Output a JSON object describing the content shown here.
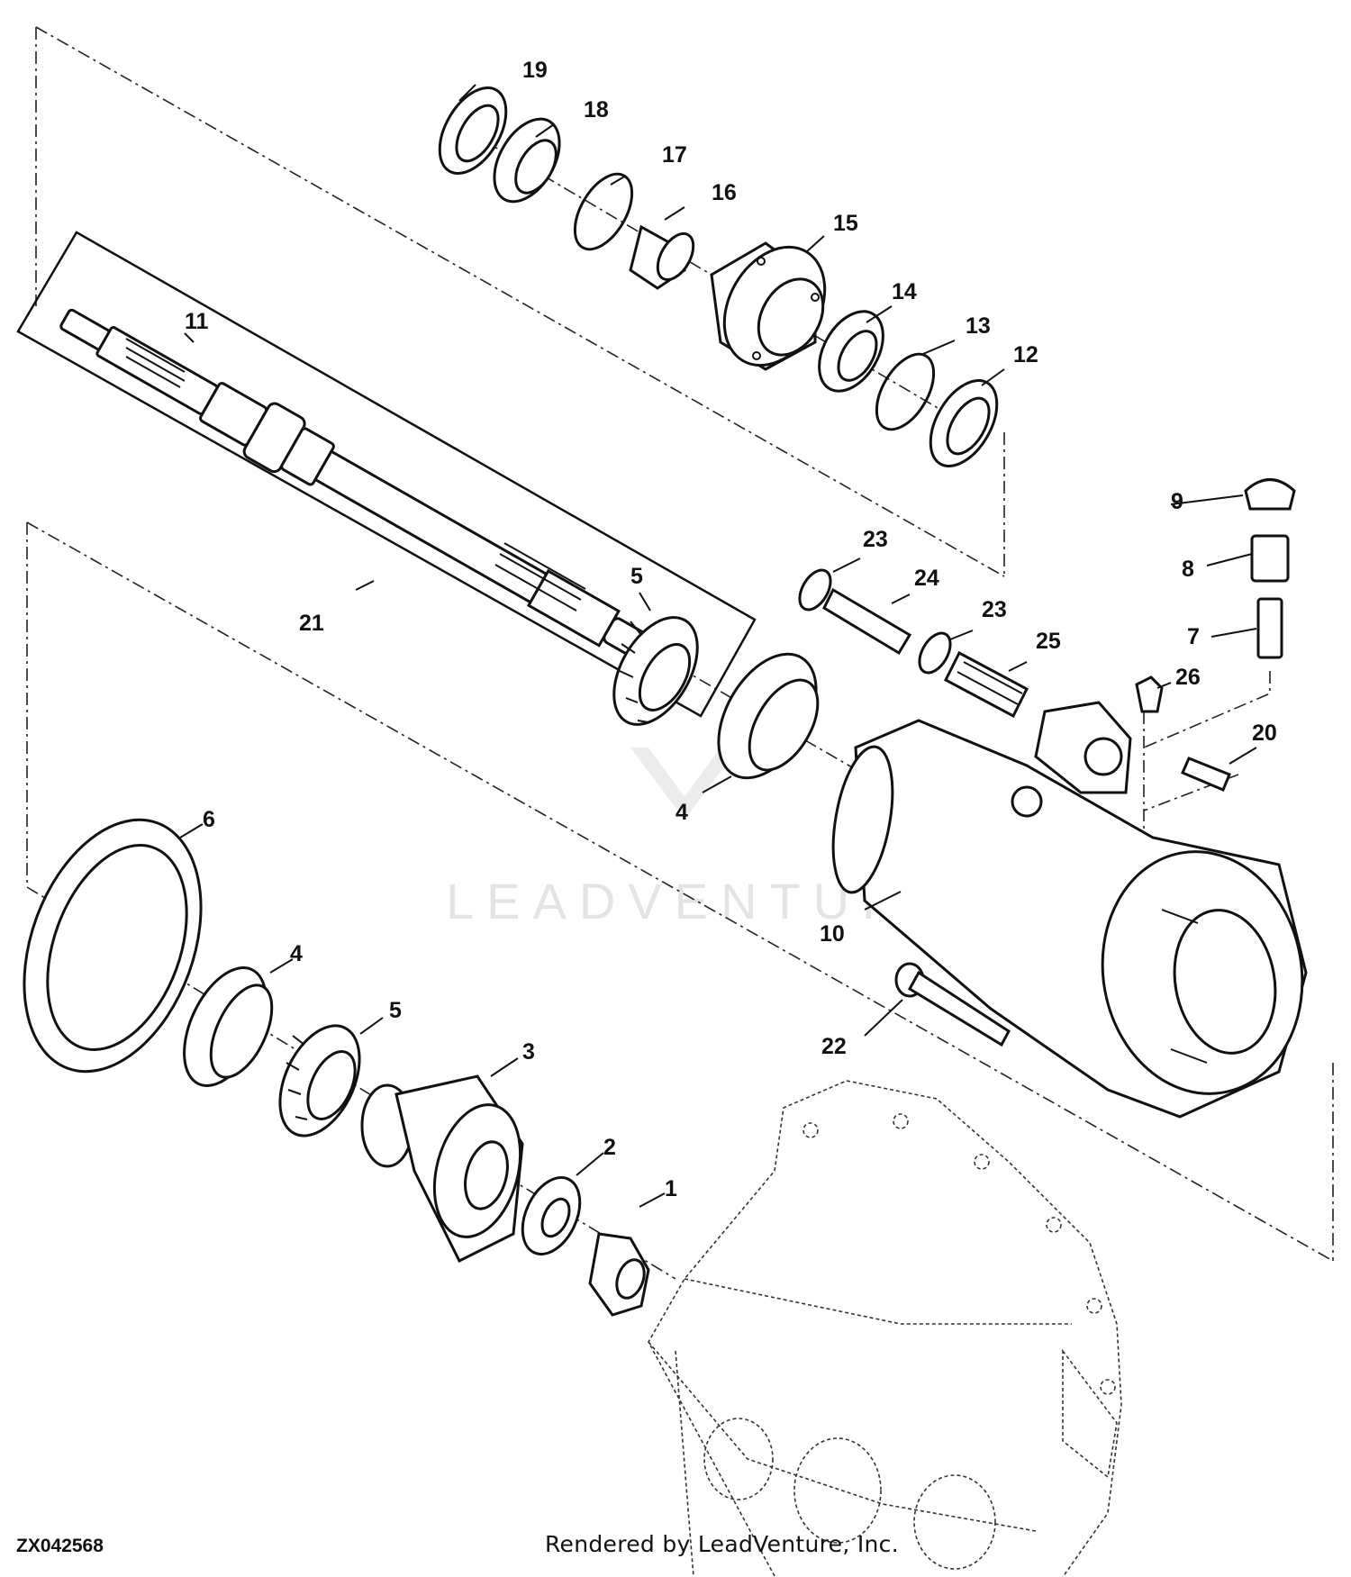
{
  "drawing_id": "ZX042568",
  "credit": "Rendered by LeadVenture, Inc.",
  "watermark": "LEADVENTURE",
  "callouts": [
    {
      "id": "c1",
      "label": "1"
    },
    {
      "id": "c2",
      "label": "2"
    },
    {
      "id": "c3",
      "label": "3"
    },
    {
      "id": "c4a",
      "label": "4"
    },
    {
      "id": "c4b",
      "label": "4"
    },
    {
      "id": "c5a",
      "label": "5"
    },
    {
      "id": "c5b",
      "label": "5"
    },
    {
      "id": "c6",
      "label": "6"
    },
    {
      "id": "c7",
      "label": "7"
    },
    {
      "id": "c8",
      "label": "8"
    },
    {
      "id": "c9",
      "label": "9"
    },
    {
      "id": "c10",
      "label": "10"
    },
    {
      "id": "c11",
      "label": "11"
    },
    {
      "id": "c12",
      "label": "12"
    },
    {
      "id": "c13",
      "label": "13"
    },
    {
      "id": "c14",
      "label": "14"
    },
    {
      "id": "c15",
      "label": "15"
    },
    {
      "id": "c16",
      "label": "16"
    },
    {
      "id": "c17",
      "label": "17"
    },
    {
      "id": "c18",
      "label": "18"
    },
    {
      "id": "c19",
      "label": "19"
    },
    {
      "id": "c20",
      "label": "20"
    },
    {
      "id": "c21",
      "label": "21"
    },
    {
      "id": "c22",
      "label": "22"
    },
    {
      "id": "c23a",
      "label": "23"
    },
    {
      "id": "c23b",
      "label": "23"
    },
    {
      "id": "c24",
      "label": "24"
    },
    {
      "id": "c25",
      "label": "25"
    },
    {
      "id": "c26",
      "label": "26"
    }
  ]
}
